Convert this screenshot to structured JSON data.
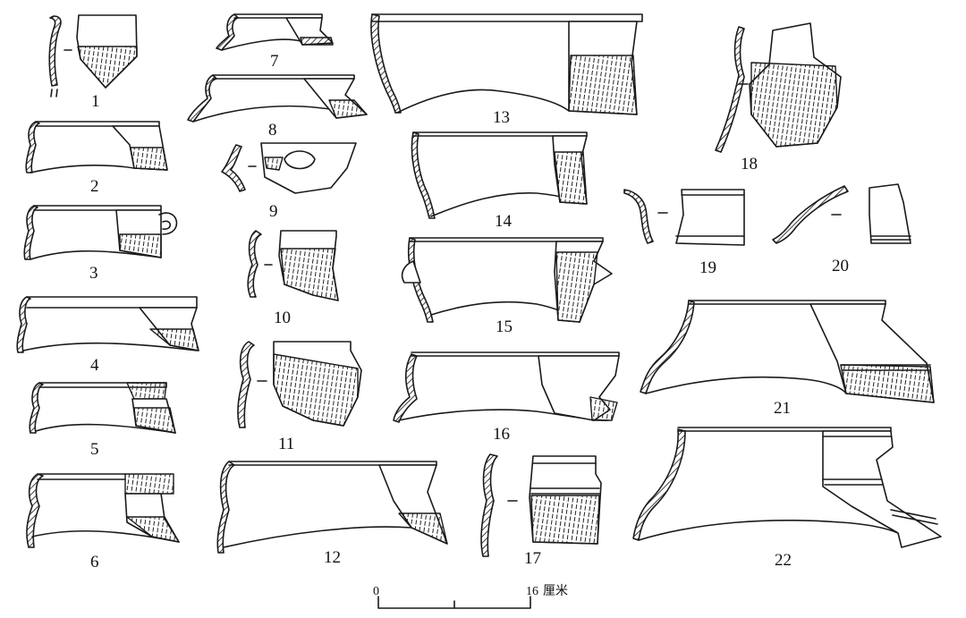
{
  "figure": {
    "items": [
      {
        "id": "1",
        "label": "1"
      },
      {
        "id": "2",
        "label": "2"
      },
      {
        "id": "3",
        "label": "3"
      },
      {
        "id": "4",
        "label": "4"
      },
      {
        "id": "5",
        "label": "5"
      },
      {
        "id": "6",
        "label": "6"
      },
      {
        "id": "7",
        "label": "7"
      },
      {
        "id": "8",
        "label": "8"
      },
      {
        "id": "9",
        "label": "9"
      },
      {
        "id": "10",
        "label": "10"
      },
      {
        "id": "11",
        "label": "11"
      },
      {
        "id": "12",
        "label": "12"
      },
      {
        "id": "13",
        "label": "13"
      },
      {
        "id": "14",
        "label": "14"
      },
      {
        "id": "15",
        "label": "15"
      },
      {
        "id": "16",
        "label": "16"
      },
      {
        "id": "17",
        "label": "17"
      },
      {
        "id": "18",
        "label": "18"
      },
      {
        "id": "19",
        "label": "19"
      },
      {
        "id": "20",
        "label": "20"
      },
      {
        "id": "21",
        "label": "21"
      },
      {
        "id": "22",
        "label": "22"
      }
    ],
    "scale_bar": {
      "start": "0",
      "end": "16",
      "unit": "厘米"
    }
  }
}
